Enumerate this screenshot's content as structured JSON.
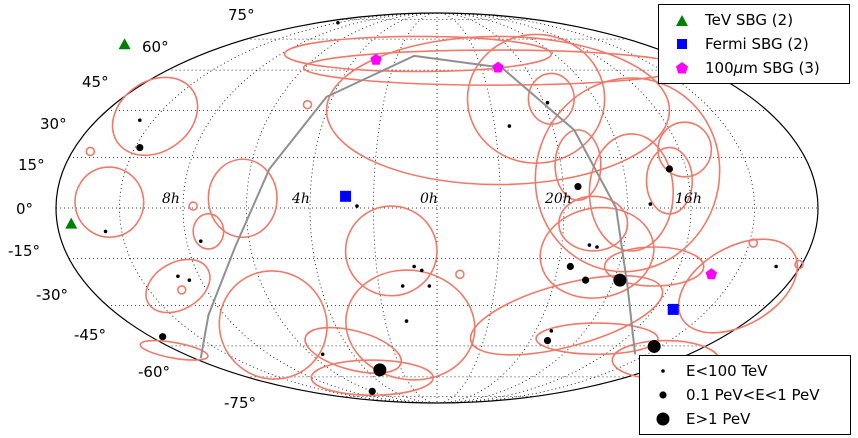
{
  "chart_data": {
    "type": "scatter",
    "projection": "aitoff-galactic",
    "ra_labels": [
      "8h",
      "4h",
      "0h",
      "20h",
      "16h"
    ],
    "dec_labels": [
      "75°",
      "60°",
      "45°",
      "30°",
      "15°",
      "0°",
      "-15°",
      "-30°",
      "-45°",
      "-60°",
      "-75°"
    ],
    "grid": true,
    "colors": {
      "error_region": "#f07a6a",
      "galactic_plane_track": "#909090",
      "tev_sbg": "#008000",
      "fermi_sbg": "#0000ff",
      "ir_sbg": "#ff00ff",
      "event": "#000000"
    },
    "sbg_series": [
      {
        "name": "TeV SBG (2)",
        "marker": "triangle",
        "color": "#008000",
        "points": [
          {
            "x": 0.09,
            "y": 0.92
          },
          {
            "x": 0.02,
            "y": 0.46
          }
        ]
      },
      {
        "name": "Fermi SBG (2)",
        "marker": "square",
        "color": "#0000ff",
        "points": [
          {
            "x": 0.38,
            "y": 0.53
          },
          {
            "x": 0.81,
            "y": 0.24
          }
        ]
      },
      {
        "name": "100$\\mu$m SBG (3)",
        "label_parts": [
          "100",
          "μ",
          "m SBG (3)"
        ],
        "marker": "pentagon",
        "color": "#ff00ff",
        "points": [
          {
            "x": 0.42,
            "y": 0.88
          },
          {
            "x": 0.58,
            "y": 0.86
          },
          {
            "x": 0.86,
            "y": 0.33
          }
        ]
      }
    ],
    "energy_legend": [
      {
        "name": "E<100 TeV",
        "size": "small"
      },
      {
        "name": "0.1 PeV<E<1 PeV",
        "size": "medium"
      },
      {
        "name": "E>1 PeV",
        "size": "large"
      }
    ]
  }
}
